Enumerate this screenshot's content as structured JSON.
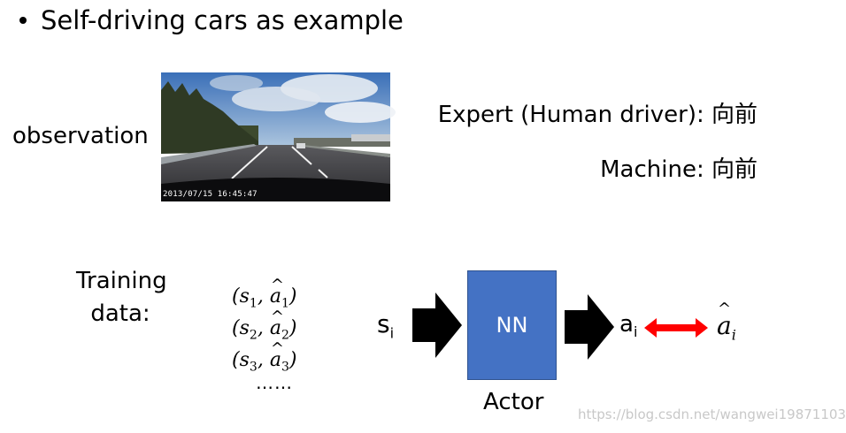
{
  "heading": "Self-driving cars as example",
  "observation_label": "observation",
  "photo": {
    "timestamp": "2013/07/15 16:45:47"
  },
  "expert_text": "Expert (Human driver): 向前",
  "machine_text": "Machine: 向前",
  "training_label": "Training data:",
  "tuples": [
    {
      "s": "s",
      "si": "1",
      "a": "a",
      "ai": "1"
    },
    {
      "s": "s",
      "si": "2",
      "a": "a",
      "ai": "2"
    },
    {
      "s": "s",
      "si": "3",
      "a": "a",
      "ai": "3"
    }
  ],
  "ellipsis": "……",
  "input": {
    "base": "s",
    "sub": "i"
  },
  "nn_label": "NN",
  "actor_label": "Actor",
  "output": {
    "base": "a",
    "sub": "i"
  },
  "target": {
    "base": "a",
    "sub": "i"
  },
  "watermark": "https://blog.csdn.net/wangwei19871103",
  "colors": {
    "nn_box": "#4472c4",
    "compare_arrow": "#ff0000",
    "flow_arrow": "#000000"
  }
}
